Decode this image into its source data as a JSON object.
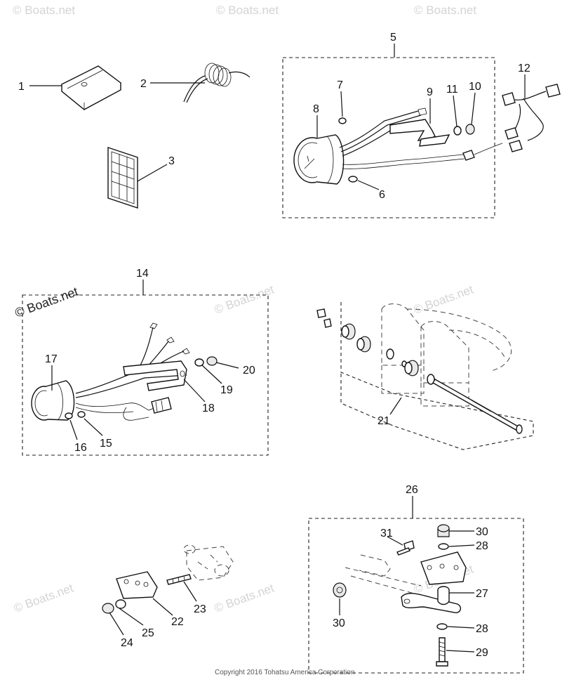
{
  "watermarks": {
    "text": "© Boats.net"
  },
  "callouts": {
    "c1": "1",
    "c2": "2",
    "c3": "3",
    "c5": "5",
    "c6": "6",
    "c7": "7",
    "c8": "8",
    "c9": "9",
    "c10": "10",
    "c11": "11",
    "c12": "12",
    "c14": "14",
    "c15": "15",
    "c16": "16",
    "c17": "17",
    "c18": "18",
    "c19": "19",
    "c20": "20",
    "c21": "21",
    "c22": "22",
    "c23": "23",
    "c24": "24",
    "c25": "25",
    "c26": "26",
    "c27": "27",
    "c28a": "28",
    "c28b": "28",
    "c29": "29",
    "c30a": "30",
    "c30b": "30",
    "c31": "31"
  },
  "footer": {
    "copyright": "Copyright 2016 Tohatsu America Corporation"
  }
}
